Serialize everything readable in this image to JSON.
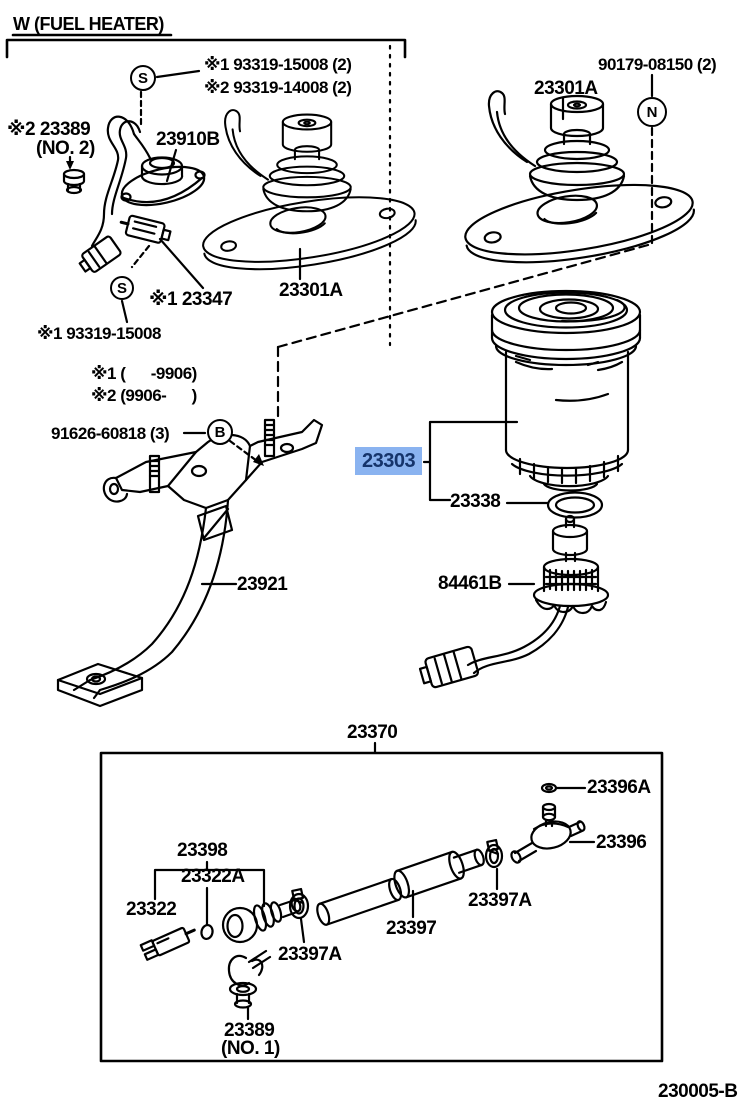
{
  "header": {
    "variant_title": "W (FUEL HEATER)"
  },
  "footer": {
    "doc_code": "230005-B"
  },
  "colors": {
    "highlight_bg": "#8AB3F0",
    "highlight_fg": "#15346B",
    "ink": "#000000"
  },
  "markers": {
    "s1": "S",
    "s2": "S",
    "b": "B",
    "n": "N"
  },
  "labels": {
    "screw_set_1": "※1 93319-15008 (2)",
    "screw_set_2": "※2 93319-14008 (2)",
    "nut_90179": "90179-08150 (2)",
    "pump_std": "23301A",
    "grommet_no2_l1": "※2 23389",
    "grommet_no2_l2": "(NO. 2)",
    "thermoswitch": "23910B",
    "connector_23347": "※1 23347",
    "pump_heater": "23301A",
    "screw_93319": "※1 93319-15008",
    "applicability_1": "※1 (      -9906)",
    "applicability_2": "※2 (9906-      )",
    "bolt_91626": "91626-60818 (3)",
    "bracket_23921": "23921",
    "filter_23303": "23303",
    "oring_23338": "23338",
    "sensor_84461b": "84461B",
    "hose_assy_23370": "23370",
    "gasket_23396a": "23396A",
    "valve_23396": "23396",
    "plug_sub_23398": "23398",
    "oring_23322a": "23322A",
    "plug_23322": "23322",
    "clamp_23397a_left": "23397A",
    "hose_23397": "23397",
    "clamp_23397a_right": "23397A",
    "clamp_no1_l1": "23389",
    "clamp_no1_l2": "(NO. 1)"
  }
}
